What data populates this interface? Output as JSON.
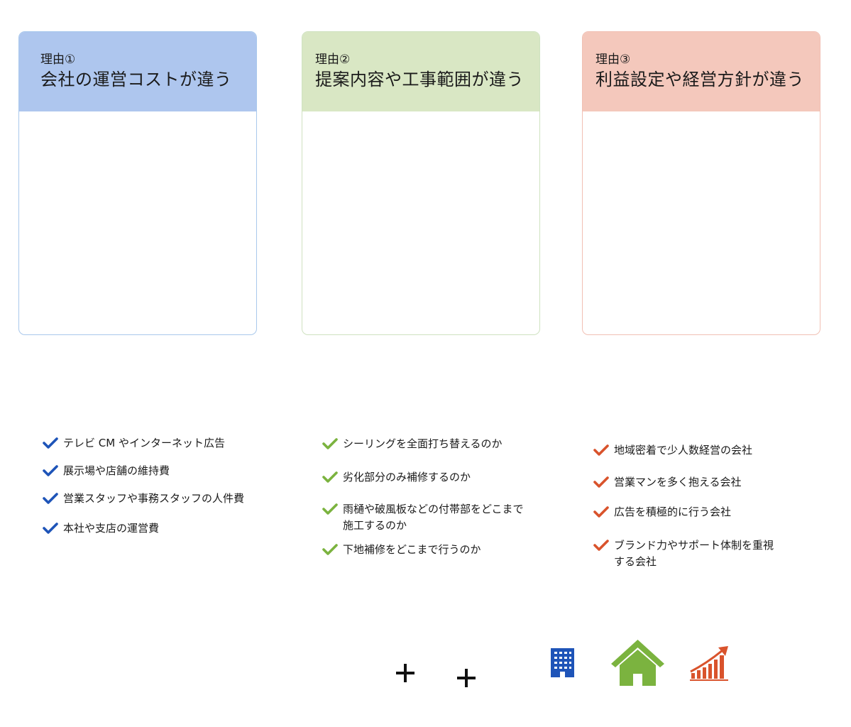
{
  "cards": [
    {
      "label": "理由①",
      "title": "会社の運営コストが違う"
    },
    {
      "label": "理由②",
      "title": "提案内容や工事範囲が違う"
    },
    {
      "label": "理由③",
      "title": "利益設定や経営方針が違う"
    }
  ],
  "lists": [
    {
      "check_color": "#1e54b8",
      "items": [
        "テレビ CM やインターネット広告",
        "展示場や店舗の維持費",
        "営業スタッフや事務スタッフの人件費",
        "本社や支店の運営費"
      ]
    },
    {
      "check_color": "#7bb33f",
      "items": [
        "シーリングを全面打ち替えるのか",
        "劣化部分のみ補修するのか",
        "雨樋や破風板などの付帯部をどこまで",
        "施工するのか",
        "下地補修をどこまで行うのか"
      ]
    },
    {
      "check_color": "#d9532c",
      "items": [
        "地域密着で少人数経営の会社",
        "営業マンを多く抱える会社",
        "広告を積極的に行う会社",
        "ブランド力やサポート体制を重視",
        "する会社"
      ]
    }
  ],
  "icons": {
    "plus": "plus-icon",
    "building": {
      "name": "building-icon",
      "color": "#1e54b8"
    },
    "house": {
      "name": "house-icon",
      "color": "#7bb33f"
    },
    "growth": {
      "name": "growth-chart-icon",
      "color": "#d9532c"
    }
  }
}
